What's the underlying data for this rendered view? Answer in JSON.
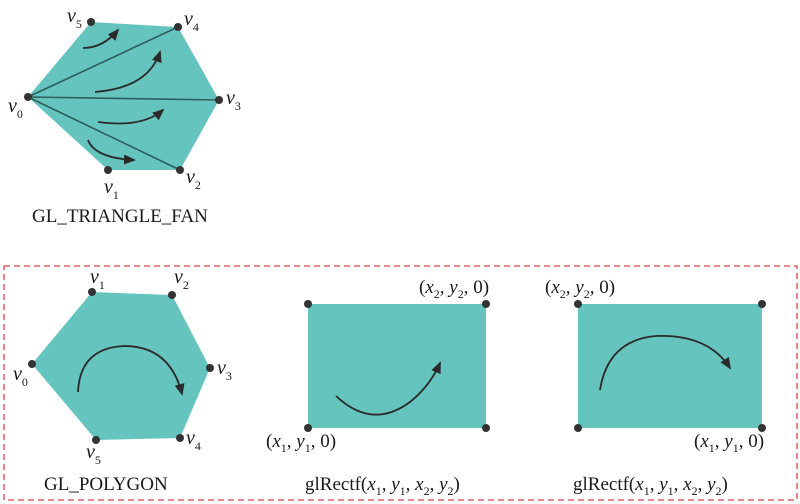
{
  "fan": {
    "caption": "GL_TRIANGLE_FAN",
    "vertices": [
      {
        "name": "v",
        "index": "0"
      },
      {
        "name": "v",
        "index": "1"
      },
      {
        "name": "v",
        "index": "2"
      },
      {
        "name": "v",
        "index": "3"
      },
      {
        "name": "v",
        "index": "4"
      },
      {
        "name": "v",
        "index": "5"
      }
    ]
  },
  "polygon": {
    "caption": "GL_POLYGON",
    "vertices": [
      {
        "name": "v",
        "index": "0"
      },
      {
        "name": "v",
        "index": "1"
      },
      {
        "name": "v",
        "index": "2"
      },
      {
        "name": "v",
        "index": "3"
      },
      {
        "name": "v",
        "index": "4"
      },
      {
        "name": "v",
        "index": "5"
      }
    ]
  },
  "rect_left": {
    "caption": "glRectf(x1, y1, x2, y2)",
    "corner_top": "(x2, y2, 0)",
    "corner_bottom": "(x1, y1, 0)"
  },
  "rect_right": {
    "caption": "glRectf(x1, y1, x2, y2)",
    "corner_top": "(x2, y2, 0)",
    "corner_bottom": "(x1, y1, 0)"
  },
  "colors": {
    "shape_fill": "#66c4bf",
    "frame": "#d9434b"
  }
}
